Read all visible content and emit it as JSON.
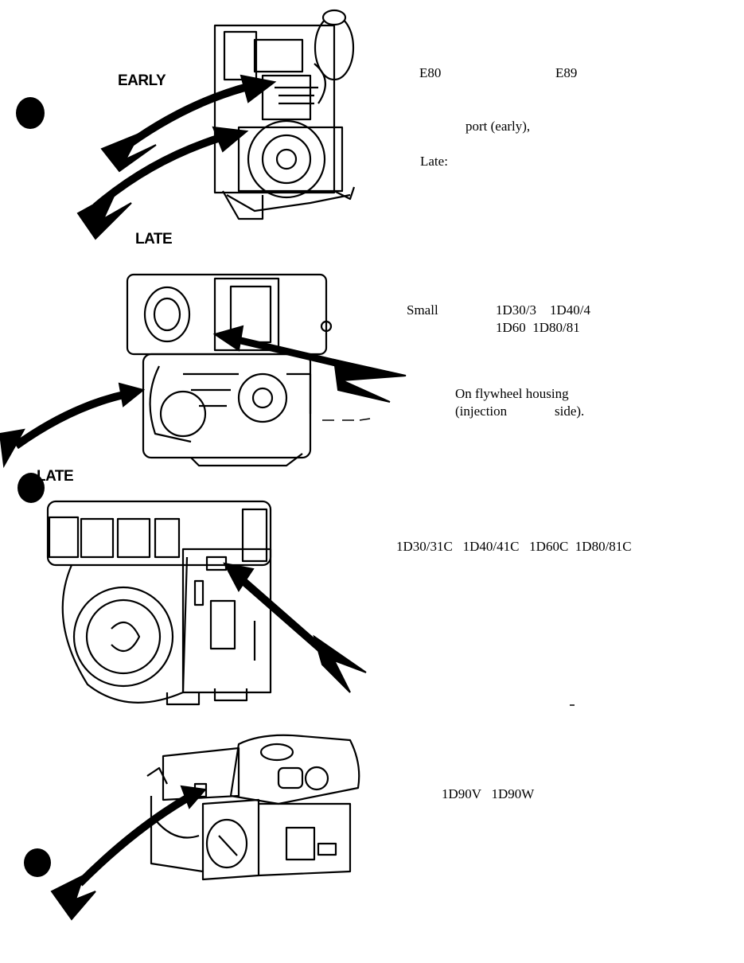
{
  "labels": {
    "early": "EARLY",
    "late_top": "LATE",
    "late_mid": "LATE"
  },
  "section1": {
    "model_a": "E80",
    "model_b": "E89",
    "port_text": "port (early),",
    "late_text": "Late:"
  },
  "section2": {
    "small": "Small",
    "models_row1": "1D30/3    1D40/4",
    "models_row2": "1D60  1D80/81",
    "location_line1": "On flywheel housing",
    "location_line2_a": "(injection",
    "location_line2_b": "side)."
  },
  "section3": {
    "models": "1D30/31C   1D40/41C   1D60C  1D80/81C"
  },
  "section4": {
    "models": "1D90V   1D90W"
  },
  "colors": {
    "ink": "#000000",
    "paper": "#ffffff"
  }
}
